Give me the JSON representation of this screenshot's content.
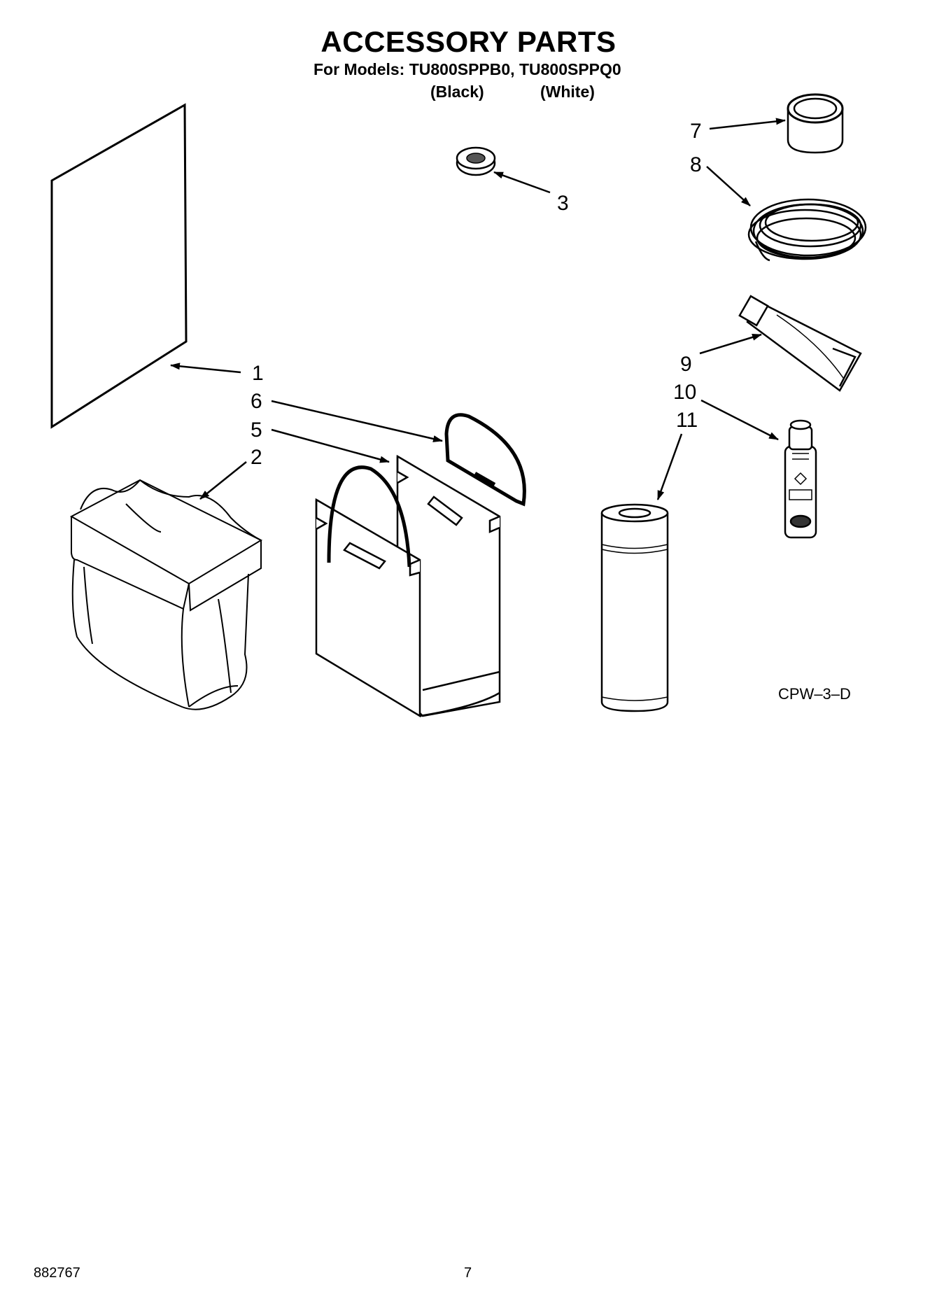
{
  "header": {
    "title": "ACCESSORY PARTS",
    "models_line": "For Models: TU800SPPB0, TU800SPPQ0",
    "variant_black": "(Black)",
    "variant_white": "(White)"
  },
  "callouts": {
    "c1": "1",
    "c2": "2",
    "c3": "3",
    "c5": "5",
    "c6": "6",
    "c7": "7",
    "c8": "8",
    "c9": "9",
    "c10": "10",
    "c11": "11"
  },
  "illustration_code": "CPW–3–D",
  "footer": {
    "doc_number": "882767",
    "page_number": "7"
  }
}
